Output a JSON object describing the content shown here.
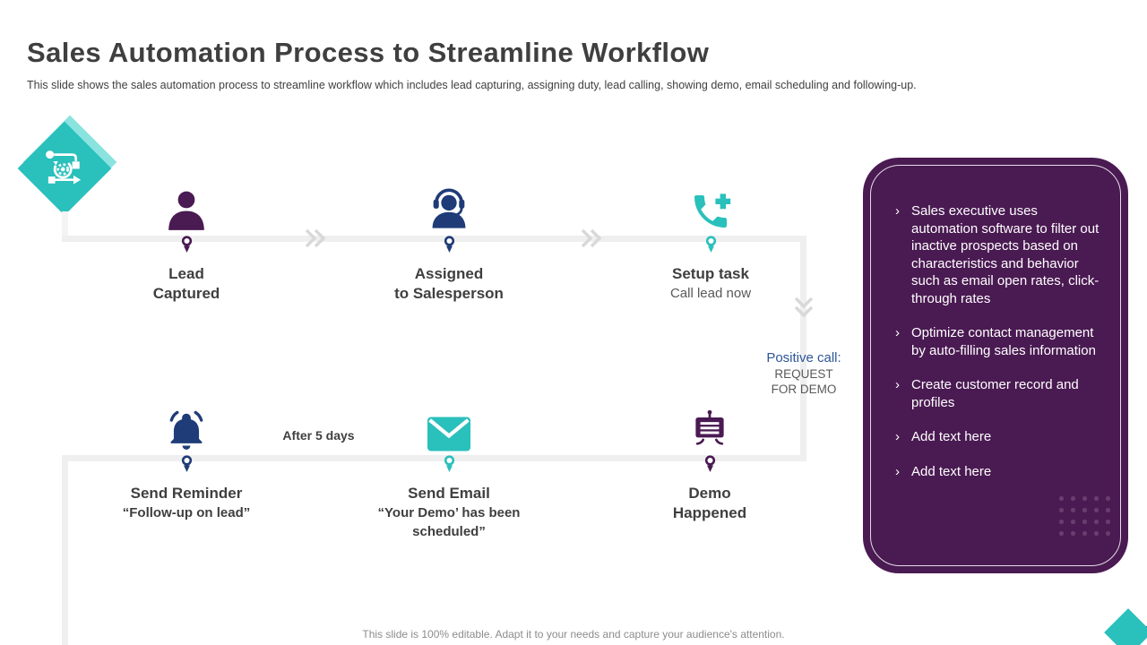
{
  "header": {
    "title": "Sales Automation Process to Streamline Workflow",
    "subtitle": "This slide shows the sales automation process to streamline workflow which includes lead capturing, assigning duty, lead calling, showing demo, email scheduling and following-up."
  },
  "process": {
    "steps": [
      {
        "name": "lead-captured",
        "icon": "person-icon",
        "color": "#4A1A52",
        "line1": "Lead",
        "line2": "Captured"
      },
      {
        "name": "assigned-to-salesperson",
        "icon": "headset-agent-icon",
        "color": "#1F3C78",
        "line1": "Assigned",
        "line2": "to Salesperson"
      },
      {
        "name": "setup-task",
        "icon": "phone-add-icon",
        "color": "#2AC0BC",
        "line1": "Setup task",
        "sub": "Call lead now"
      },
      {
        "name": "send-reminder",
        "icon": "bell-icon",
        "color": "#1F3C78",
        "line1": "Send Reminder",
        "quote": "“Follow-up on lead”"
      },
      {
        "name": "send-email",
        "icon": "email-icon",
        "color": "#2AC0BC",
        "line1": "Send Email",
        "quote": "“Your Demo’ has been scheduled”"
      },
      {
        "name": "demo-happened",
        "icon": "presentation-board-icon",
        "color": "#4A1A52",
        "line1": "Demo",
        "line2": "Happened"
      }
    ],
    "annotations": {
      "positive_call_label": "Positive call:",
      "request_line1": "REQUEST",
      "request_line2": "FOR DEMO",
      "after_label": "After 5 days"
    }
  },
  "panel": {
    "bullet_char": "›",
    "bullets": [
      "Sales executive uses automation software to filter out inactive prospects based on characteristics and behavior such as email open rates, click-through rates",
      "Optimize contact management by auto-filling sales information",
      "Create customer record and profiles",
      "Add text here",
      "Add text here"
    ]
  },
  "footer": {
    "note": "This slide is 100% editable. Adapt it to your needs and capture your audience's attention."
  },
  "colors": {
    "teal": "#2AC0BC",
    "teal_light": "#8BE3E0",
    "purple": "#4A1A52",
    "navy": "#1F3C78",
    "blue_text": "#2E5597",
    "title_gray": "#3F3F3F",
    "body_gray": "#595959",
    "footer_gray": "#8C8C8C",
    "line_gray": "#EFEFEF",
    "chevron_gray": "#D8D8D8"
  }
}
